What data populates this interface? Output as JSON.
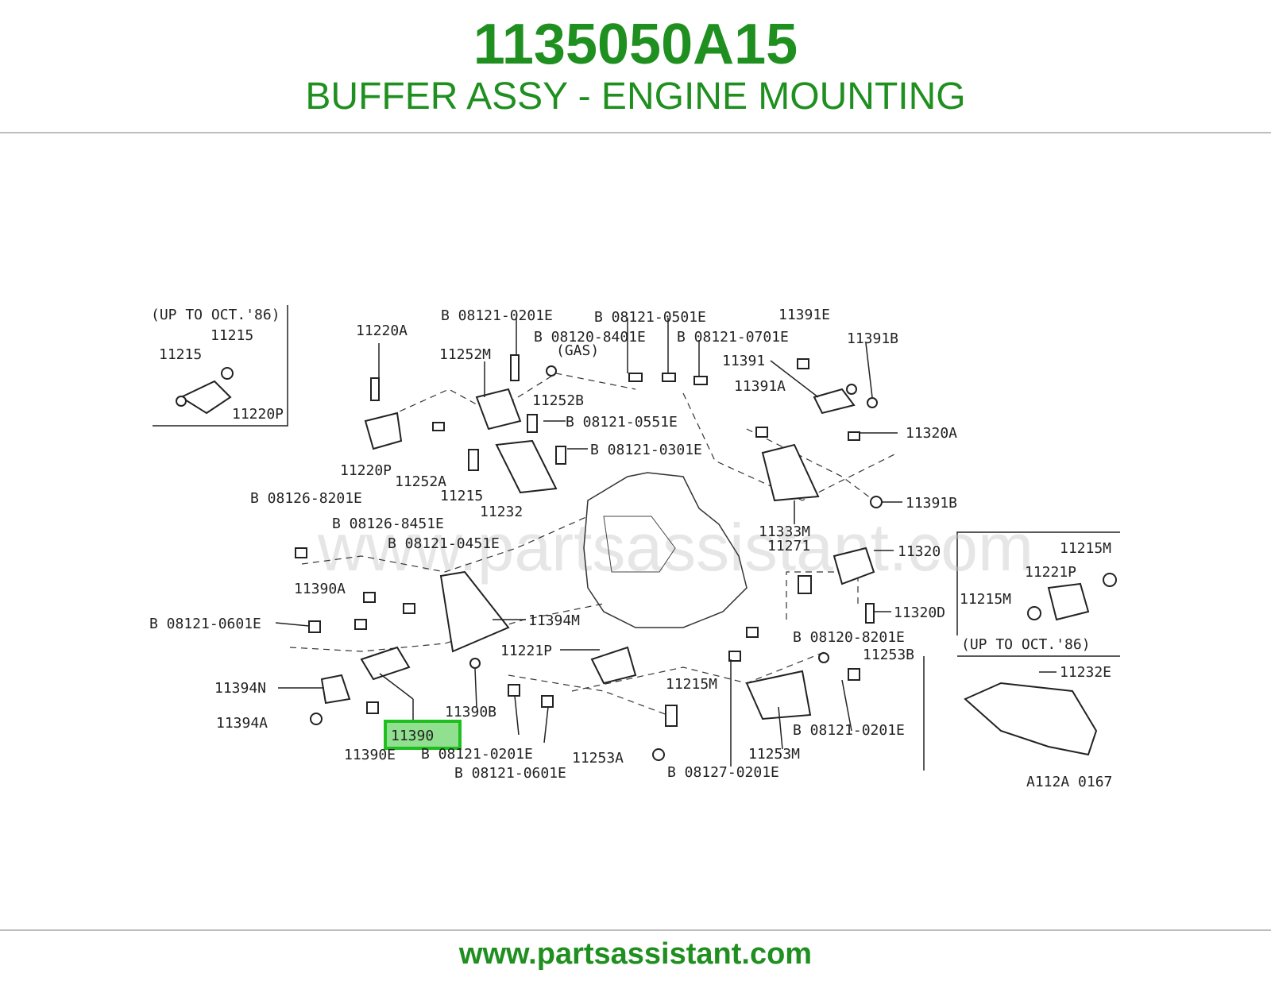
{
  "header": {
    "part_number": "1135050A15",
    "description": "BUFFER ASSY - ENGINE MOUNTING"
  },
  "diagram": {
    "watermark": "www.partsassistant.com",
    "inset_top_left": "(UP TO OCT.'86)",
    "inset_right": "(UP TO OCT.'86)",
    "gas_note": "(GAS)",
    "drawing_code": "A112A 0167",
    "highlight": "11390",
    "labels": [
      "B 08121-0201E",
      "B 08121-0501E",
      "B 08120-8401E",
      "B 08121-0701E",
      "11391E",
      "11391B",
      "11391",
      "11391A",
      "11220A",
      "11252M",
      "11252B",
      "B 08121-0551E",
      "B 08121-0301E",
      "11320A",
      "11391B",
      "11220P",
      "11252A",
      "11215",
      "11232",
      "B 08126-8201E",
      "B 08126-8451E",
      "B 08121-0451E",
      "11333M",
      "11271",
      "11320",
      "11390A",
      "11394M",
      "11320D",
      "B 08121-0601E",
      "11221P",
      "B 08120-8201E",
      "11253B",
      "11394N",
      "11215M",
      "11394A",
      "11390B",
      "11390E",
      "B 08121-0201E",
      "B 08121-0601E",
      "11253A",
      "B 08127-0201E",
      "11253M",
      "B 08121-0201E",
      "11232E",
      "11215",
      "11215",
      "11220P",
      "11215M",
      "11221P",
      "11215M"
    ]
  },
  "footer": {
    "url": "www.partsassistant.com"
  },
  "colors": {
    "brand_green": "#1f8f1f",
    "highlight_fill": "#90e090",
    "highlight_stroke": "#1fbf1f",
    "rule": "#bdbdbd"
  }
}
